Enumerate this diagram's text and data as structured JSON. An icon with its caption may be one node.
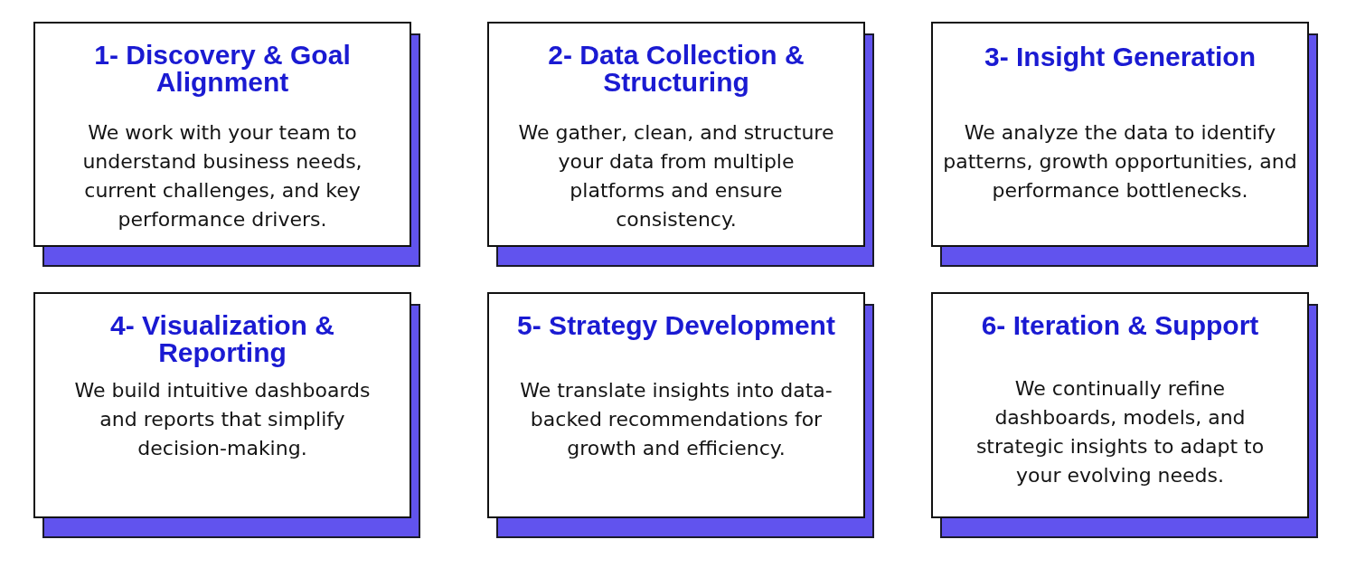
{
  "diagram": {
    "nodes": [
      {
        "text": [
          "1- Discovery & Goal Alignment",
          "We work with your team to understand business needs, current challenges, and key performance drivers."
        ]
      },
      {
        "text": [
          "2- Data Collection & Structuring",
          "We gather, clean, and structure your data from multiple platforms and ensure consistency."
        ]
      },
      {
        "text": [
          "3- Insight Generation",
          "We analyze the data to identify patterns, growth opportunities, and performance bottlenecks."
        ]
      },
      {
        "text": [
          "4- Visualization & Reporting",
          "We build intuitive dashboards and reports that simplify decision-making."
        ]
      },
      {
        "text": [
          "5- Strategy Development",
          "We translate insights into data-backed recommendations for growth and efficiency."
        ]
      },
      {
        "text": [
          "6- Iteration & Support",
          "We continually refine dashboards, models, and strategic insights to adapt to your evolving needs."
        ]
      }
    ]
  }
}
